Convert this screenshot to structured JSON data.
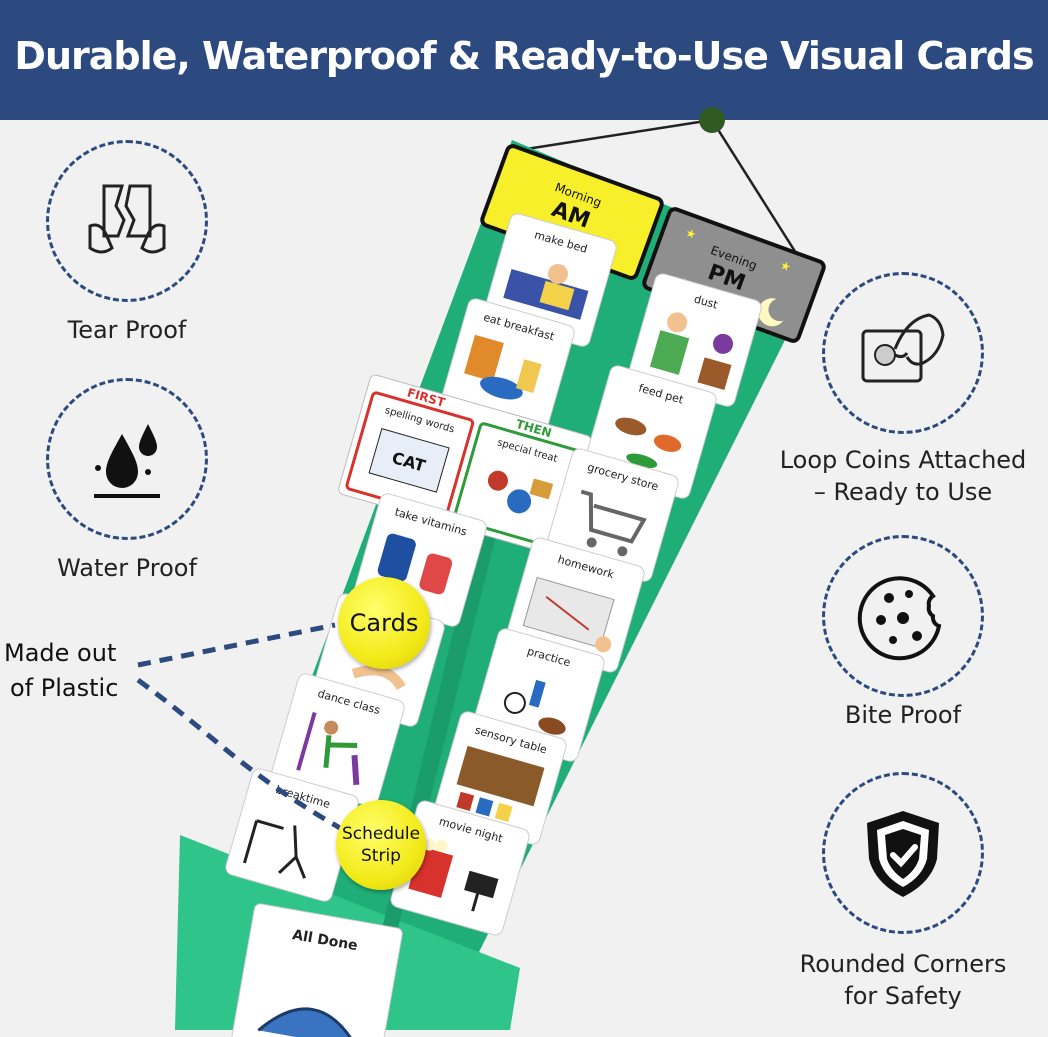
{
  "header": {
    "title": "Durable, Waterproof & Ready-to-Use Visual Cards"
  },
  "features_left": [
    {
      "label": "Tear Proof",
      "icon": "torn-paper-icon"
    },
    {
      "label": "Water Proof",
      "icon": "water-drops-icon"
    }
  ],
  "features_right": [
    {
      "label_line1": "Loop Coins Attached",
      "label_line2": "– Ready to Use",
      "icon": "hand-coin-card-icon"
    },
    {
      "label": "Bite Proof",
      "icon": "bitten-cookie-icon"
    },
    {
      "label_line1": "Rounded Corners",
      "label_line2": "for Safety",
      "icon": "shield-check-icon"
    }
  ],
  "callout": {
    "line1": "Made out",
    "line2": "of Plastic"
  },
  "bubbles": {
    "cards": "Cards",
    "strip_line1": "Schedule",
    "strip_line2": "Strip"
  },
  "headers": {
    "am_small": "Morning",
    "am_big": "AM",
    "pm_small": "Evening",
    "pm_big": "PM"
  },
  "cards": {
    "make_bed": "make bed",
    "eat_breakfast": "eat breakfast",
    "first": "FIRST",
    "then": "THEN",
    "spelling_words": "spelling words",
    "cat": "CAT",
    "special_treat": "special treat",
    "take_vitamins": "take vitamins",
    "dance_class": "dance class",
    "breaktime": "breaktime",
    "dust": "dust",
    "feed_pet": "feed pet",
    "grocery_store": "grocery store",
    "homework": "homework",
    "practice": "practice",
    "sensory_table": "sensory table",
    "movie_night": "movie night",
    "all_done": "All Done"
  },
  "colors": {
    "header_bg": "#2c4a80",
    "strip_green": "#22b07a",
    "am_yellow": "#f7ef2a",
    "pm_gray": "#8f8f8f",
    "bubble_yellow": "#f3ea1a",
    "dash_blue": "#2c4a80"
  }
}
